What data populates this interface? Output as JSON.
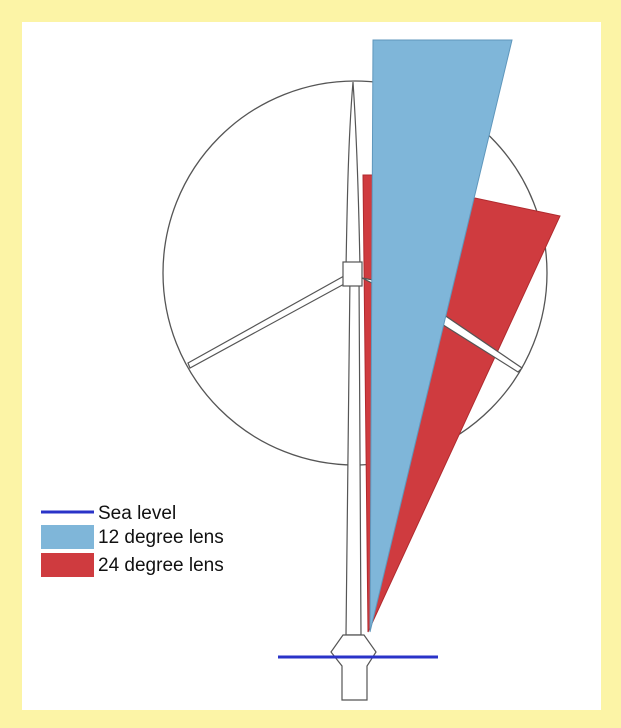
{
  "legend": {
    "sea_level_label": "Sea level",
    "lens12_label": "12 degree lens",
    "lens24_label": "24 degree lens"
  },
  "colors": {
    "frame": "#fcf4a6",
    "sea_level": "#2a33c8",
    "lens12": "#7fb6d9",
    "lens24": "#cf3b3f",
    "outline": "#555555"
  },
  "icons": {
    "turbine": "wind-turbine-outline",
    "rotor": "rotor-sweep-circle"
  }
}
